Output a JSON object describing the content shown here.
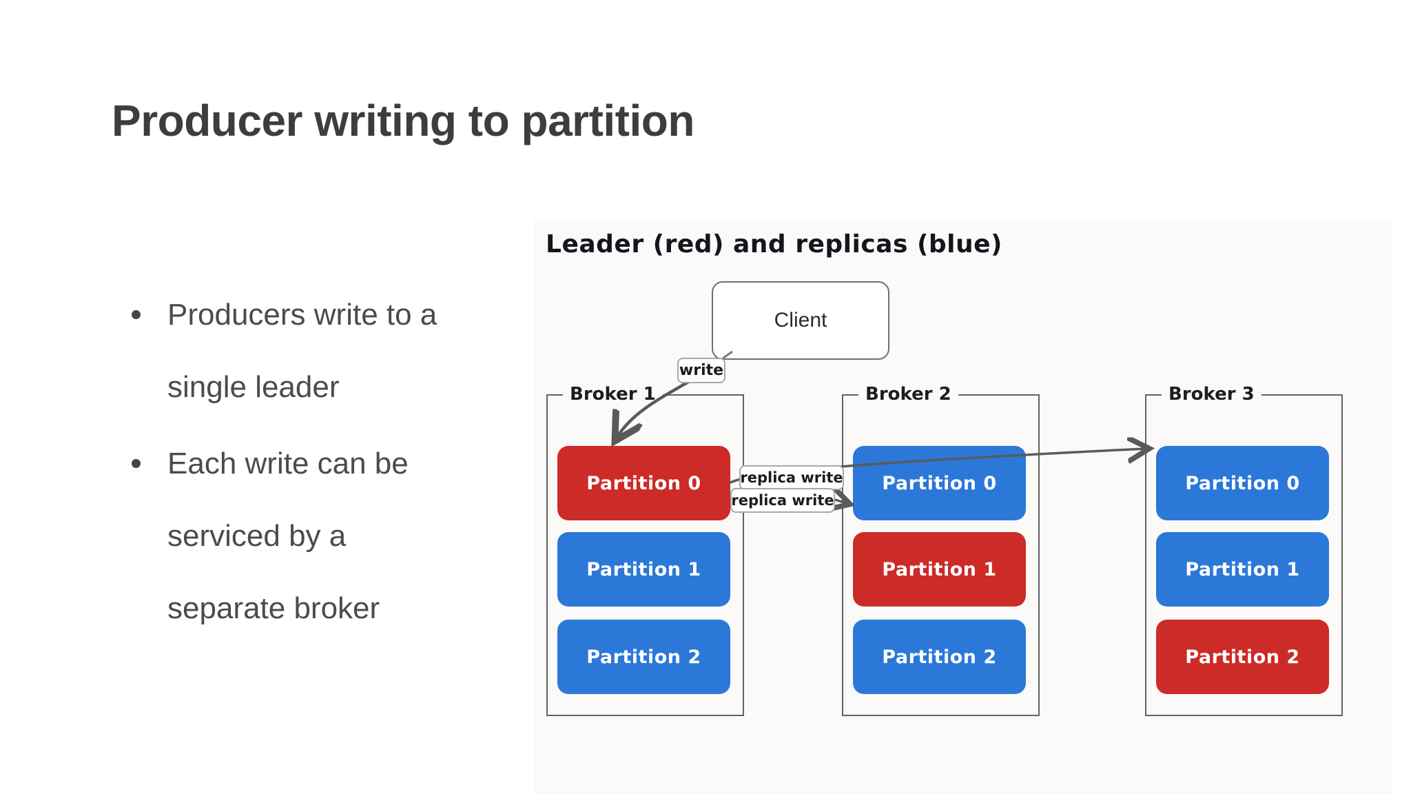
{
  "slide": {
    "title": "Producer writing to partition",
    "bullets": [
      {
        "lines": [
          "Producers write to a",
          "single leader"
        ]
      },
      {
        "lines": [
          "Each write can be",
          "serviced by a",
          "separate broker"
        ]
      }
    ]
  },
  "diagram": {
    "title": "Leader (red) and replicas (blue)",
    "client_label": "Client",
    "write_label": "write",
    "replica_write_labels": [
      "replica write",
      "replica write"
    ],
    "colors": {
      "leader_red": "#cc2b28",
      "replica_blue": "#2b78d9",
      "arrow_gray": "#5a5a5a"
    },
    "brokers": [
      {
        "name": "Broker 1",
        "partitions": [
          {
            "label": "Partition 0",
            "role": "leader"
          },
          {
            "label": "Partition 1",
            "role": "replica"
          },
          {
            "label": "Partition 2",
            "role": "replica"
          }
        ]
      },
      {
        "name": "Broker 2",
        "partitions": [
          {
            "label": "Partition 0",
            "role": "replica"
          },
          {
            "label": "Partition 1",
            "role": "leader"
          },
          {
            "label": "Partition 2",
            "role": "replica"
          }
        ]
      },
      {
        "name": "Broker 3",
        "partitions": [
          {
            "label": "Partition 0",
            "role": "replica"
          },
          {
            "label": "Partition 1",
            "role": "replica"
          },
          {
            "label": "Partition 2",
            "role": "leader"
          }
        ]
      }
    ]
  }
}
